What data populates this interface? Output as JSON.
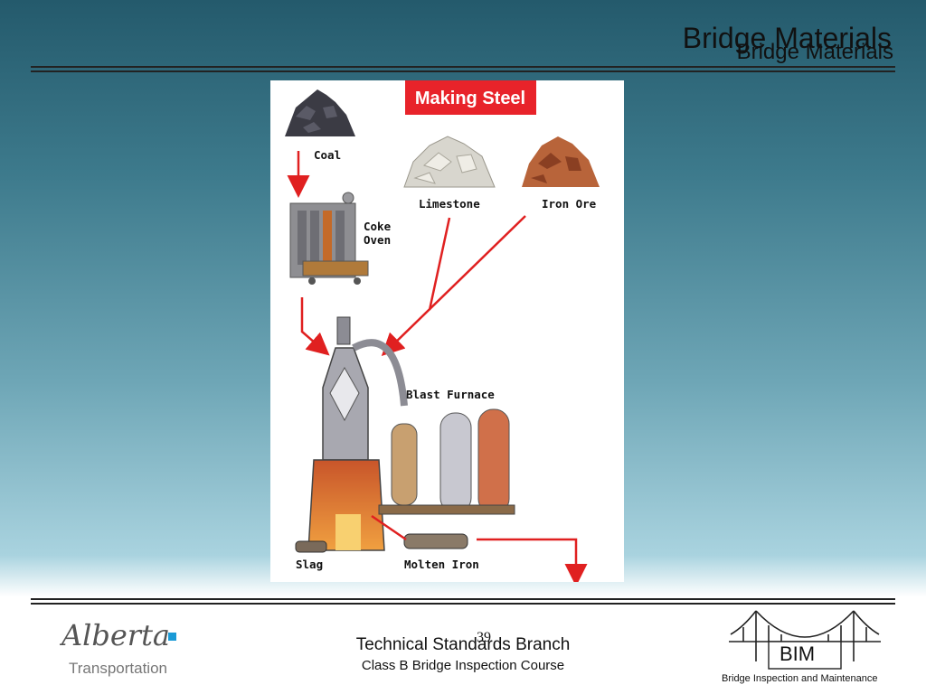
{
  "header": {
    "title_back": "Bridge Materials",
    "title_front": "Bridge Materials"
  },
  "figure": {
    "banner": "Making Steel",
    "labels": {
      "coal": "Coal",
      "limestone": "Limestone",
      "iron_ore": "Iron Ore",
      "coke_oven_line1": "Coke",
      "coke_oven_line2": "Oven",
      "blast_furnace": "Blast Furnace",
      "slag": "Slag",
      "molten_iron": "Molten Iron"
    },
    "colors": {
      "banner": "#e8232a",
      "arrow": "#e02020"
    }
  },
  "footer": {
    "page_number": "39",
    "branch": "Technical Standards Branch",
    "course": "Class B Bridge Inspection Course",
    "left_logo_word1": "Alberta",
    "left_logo_word2": "Transportation",
    "right_logo_text": "BIM",
    "right_logo_caption": "Bridge Inspection and Maintenance"
  }
}
